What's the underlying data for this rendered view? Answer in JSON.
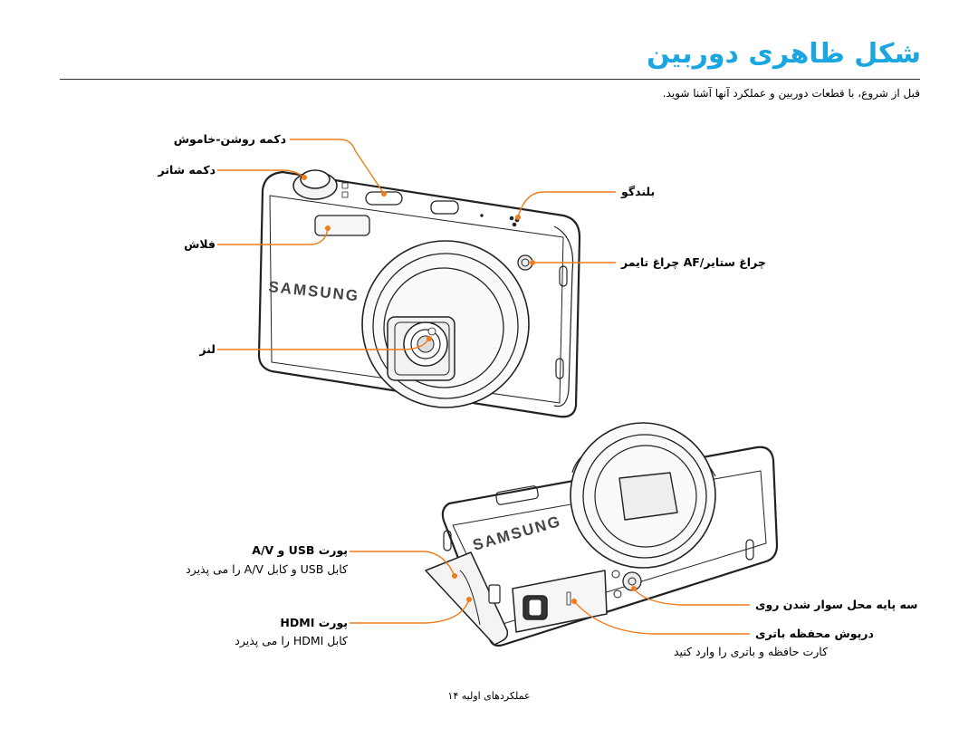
{
  "title": "شکل ظاهری دوربین",
  "intro": "قبل از شروع، با قطعات دوربین و عملکرد آنها آشنا شوید.",
  "labels": {
    "power_button": "دکمه روشن-خاموش",
    "shutter_button": "دکمه شاتر",
    "flash": "فلاش",
    "lens": "لنز",
    "speaker": "بلندگو",
    "af_lamp": "چراغ ستایر/AF چراغ تایمر",
    "usb_port": "پورت USB و A/V",
    "usb_port_desc": "کابل USB و کابل A/V را می پذیرد",
    "hdmi_port": "پورت HDMI",
    "hdmi_port_desc": "کابل HDMI را می پذیرد",
    "tripod": "سه پایه محل سوار شدن روی",
    "battery_cover": "درپوش محفظه باتری",
    "battery_cover_desc": "کارت حافظه و باتری را وارد کنید"
  },
  "brand_front": "SAMSUNG",
  "brand_bottom": "SAMSUNG",
  "footer": "عملکردهای اولیه ۱۴",
  "colors": {
    "title": "#1aa6e0",
    "callout": "#f07c1a"
  }
}
